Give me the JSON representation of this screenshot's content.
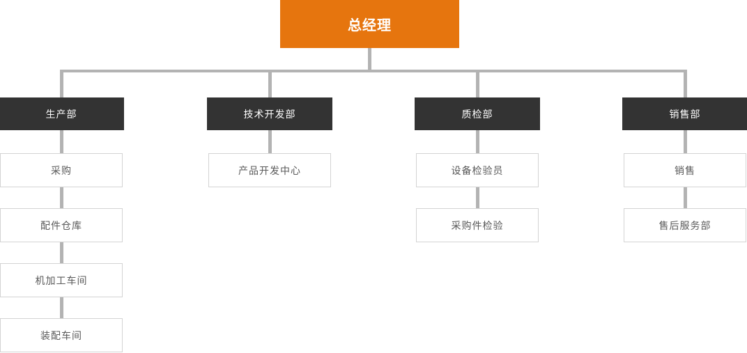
{
  "root": {
    "label": "总经理"
  },
  "departments": [
    {
      "label": "生产部",
      "children": [
        "采购",
        "配件仓库",
        "机加工车间",
        "装配车间"
      ]
    },
    {
      "label": "技术开发部",
      "children": [
        "产品开发中心"
      ]
    },
    {
      "label": "质检部",
      "children": [
        "设备检验员",
        "采购件检验"
      ]
    },
    {
      "label": "销售部",
      "children": [
        "销售",
        "售后服务部"
      ]
    }
  ],
  "colors": {
    "root_bg": "#e6750e",
    "root_text": "#ffffff",
    "dept_bg": "#333333",
    "dept_text": "#ffffff",
    "connector": "#b3b3b3",
    "child_bg": "#ffffff",
    "child_border": "#d3d3d3",
    "child_text": "#595959"
  }
}
